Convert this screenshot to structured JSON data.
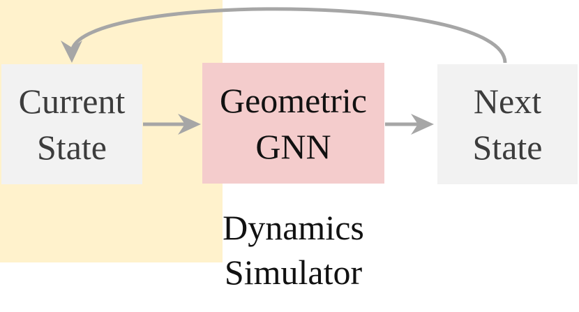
{
  "nodes": {
    "current_state": {
      "line1": "Current",
      "line2": "State"
    },
    "geometric_gnn": {
      "line1": "Geometric",
      "line2": "GNN"
    },
    "next_state": {
      "line1": "Next",
      "line2": "State"
    },
    "dynamics_simulator": {
      "line1": "Dynamics",
      "line2": "Simulator"
    }
  },
  "edges": [
    {
      "from": "current_state",
      "to": "geometric_gnn"
    },
    {
      "from": "geometric_gnn",
      "to": "next_state"
    },
    {
      "from": "next_state",
      "to": "current_state",
      "style": "curved-feedback"
    }
  ],
  "colors": {
    "state_box": "#f2f2f2",
    "simulator_box": "#fff2cc",
    "gnn_box": "#f4cccc",
    "arrow": "#a6a6a6"
  }
}
